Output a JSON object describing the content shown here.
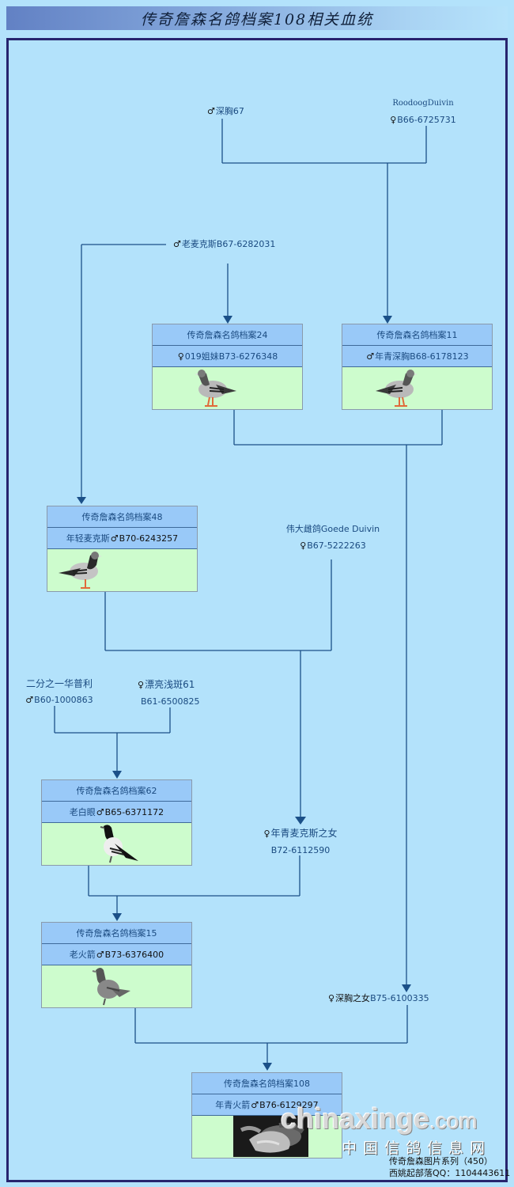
{
  "title": "传奇詹森名鸽档案108相关血统",
  "symbols": {
    "male": "♂",
    "female": "♀"
  },
  "colors": {
    "background": "#b3e2fb",
    "frame_border": "#27246e",
    "connector": "#1b5088",
    "card_header": "#99c9f8",
    "card_photo_bg": "#cdfccd"
  },
  "ancestors": {
    "shenxiong67": {
      "sex": "♂",
      "name": "深胸67"
    },
    "roodoog": {
      "name": "RoodoogDuivin",
      "sex": "♀",
      "ring": "B66-6725731"
    },
    "laomaikesi": {
      "sex": "♂",
      "name": "老麦克斯",
      "ring": "B67-6282031"
    },
    "goede": {
      "name": "伟大雌鸽Goede Duivin",
      "sex": "♀",
      "ring": "B67-5222263"
    },
    "huapuli": {
      "name": "二分之一华普利",
      "sex": "♂",
      "ring": "B60-1000863"
    },
    "piaoliang": {
      "sex": "♀",
      "name": "漂亮浅斑61",
      "ring": "B61-6500825"
    },
    "nianqing_zhinv": {
      "sex": "♀",
      "name": "年青麦克斯之女",
      "ring": "B72-6112590"
    },
    "shenxiong_zhinv": {
      "sex": "♀",
      "name": "深胸之女",
      "ring": "B75-6100335"
    }
  },
  "cards": {
    "c24": {
      "title": "传奇詹森名鸽档案24",
      "sex": "♀",
      "name": "019姐妹",
      "ring": "B73-6276348",
      "icon": "pigeon-photo"
    },
    "c11": {
      "title": "传奇詹森名鸽档案11",
      "sex": "♂",
      "name": "年青深胸",
      "ring": "B68-6178123",
      "icon": "pigeon-photo"
    },
    "c48": {
      "title": "传奇詹森名鸽档案48",
      "name": "年轻麦克斯",
      "sex": "♂",
      "ring": "B70-6243257",
      "icon": "pigeon-photo"
    },
    "c62": {
      "title": "传奇詹森名鸽档案62",
      "name": "老白眼",
      "sex": "♂",
      "ring": "B65-6371172",
      "icon": "pigeon-photo"
    },
    "c15": {
      "title": "传奇詹森名鸽档案15",
      "name": "老火箭",
      "sex": "♂",
      "ring": "B73-6376400",
      "icon": "pigeon-photo"
    },
    "c108": {
      "title": "传奇詹森名鸽档案108",
      "name": "年青火箭",
      "sex": "♂",
      "ring": "B76-6129297",
      "icon": "hand-holding-pigeon-photo"
    }
  },
  "watermark": {
    "brand": "chinaxinge",
    "tld": ".com",
    "cn": "中国信鸽信息网",
    "series": "传奇詹森图片系列（450）",
    "contact": "西姚起部落QQ：1104443611"
  }
}
